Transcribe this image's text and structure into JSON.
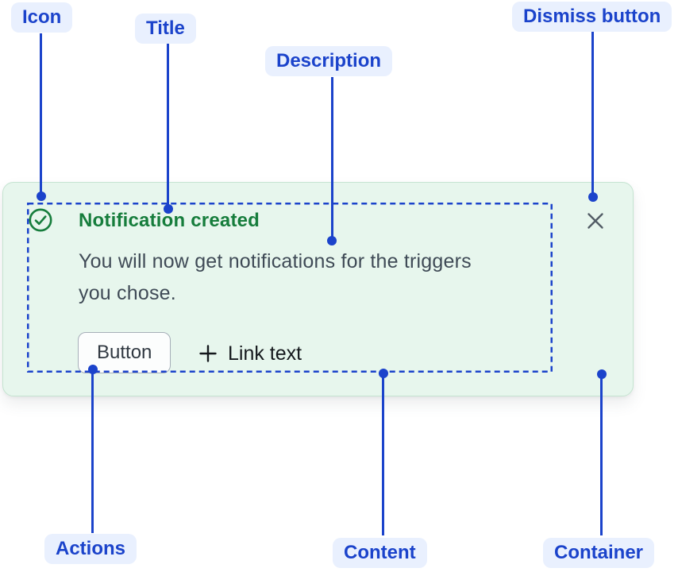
{
  "annotations": {
    "icon": "Icon",
    "title": "Title",
    "description": "Description",
    "dismiss": "Dismiss button",
    "actions": "Actions",
    "content": "Content",
    "container": "Container"
  },
  "notification": {
    "title": "Notification created",
    "description_line1": "You will now get notifications for the triggers",
    "description_line2": "you chose.",
    "button_label": "Button",
    "link_label": "Link text"
  },
  "icons": {
    "status": "check-circle-icon",
    "link_prefix": "plus-icon",
    "dismiss": "close-icon"
  },
  "colors": {
    "annotation_blue": "#1b43cb",
    "annotation_label_bg": "#e9f0fe",
    "card_bg": "#e7f6ed",
    "card_border": "#c5e4d1",
    "success_green": "#167d3c",
    "body_text": "#3f4a56",
    "dismiss_gray": "#525c66",
    "button_border": "#a6aeb8"
  }
}
